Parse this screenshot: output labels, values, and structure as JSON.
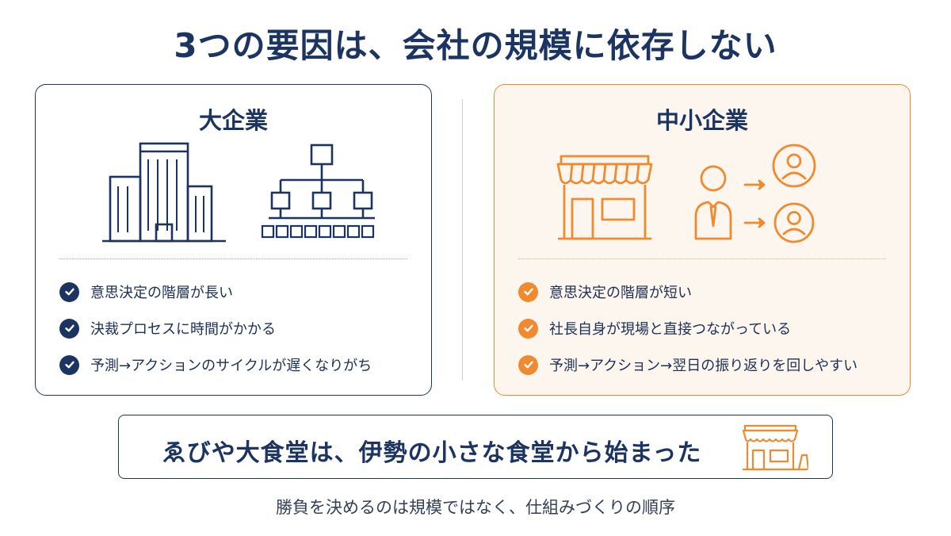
{
  "title": "3つの要因は、会社の規模に依存しない",
  "colors": {
    "navy": "#1b3461",
    "orange": "#ef8a2f",
    "right_bg": "#fdf6ef"
  },
  "left": {
    "heading": "大企業",
    "icons": [
      "office-buildings-icon",
      "org-chart-icon"
    ],
    "items": [
      "意思決定の階層が長い",
      "決裁プロセスに時間がかかる",
      "予測→アクションのサイクルが遅くなりがち"
    ]
  },
  "right": {
    "heading": "中小企業",
    "icons": [
      "storefront-icon",
      "manager-to-people-icon"
    ],
    "items": [
      "意思決定の階層が短い",
      "社長自身が現場と直接つながっている",
      "予測→アクション→翌日の振り返りを回しやすい"
    ]
  },
  "banner": {
    "text": "ゑびや大食堂は、伊勢の小さな食堂から始まった",
    "icon": "storefront-icon"
  },
  "footer": "勝負を決めるのは規模ではなく、仕組みづくりの順序"
}
